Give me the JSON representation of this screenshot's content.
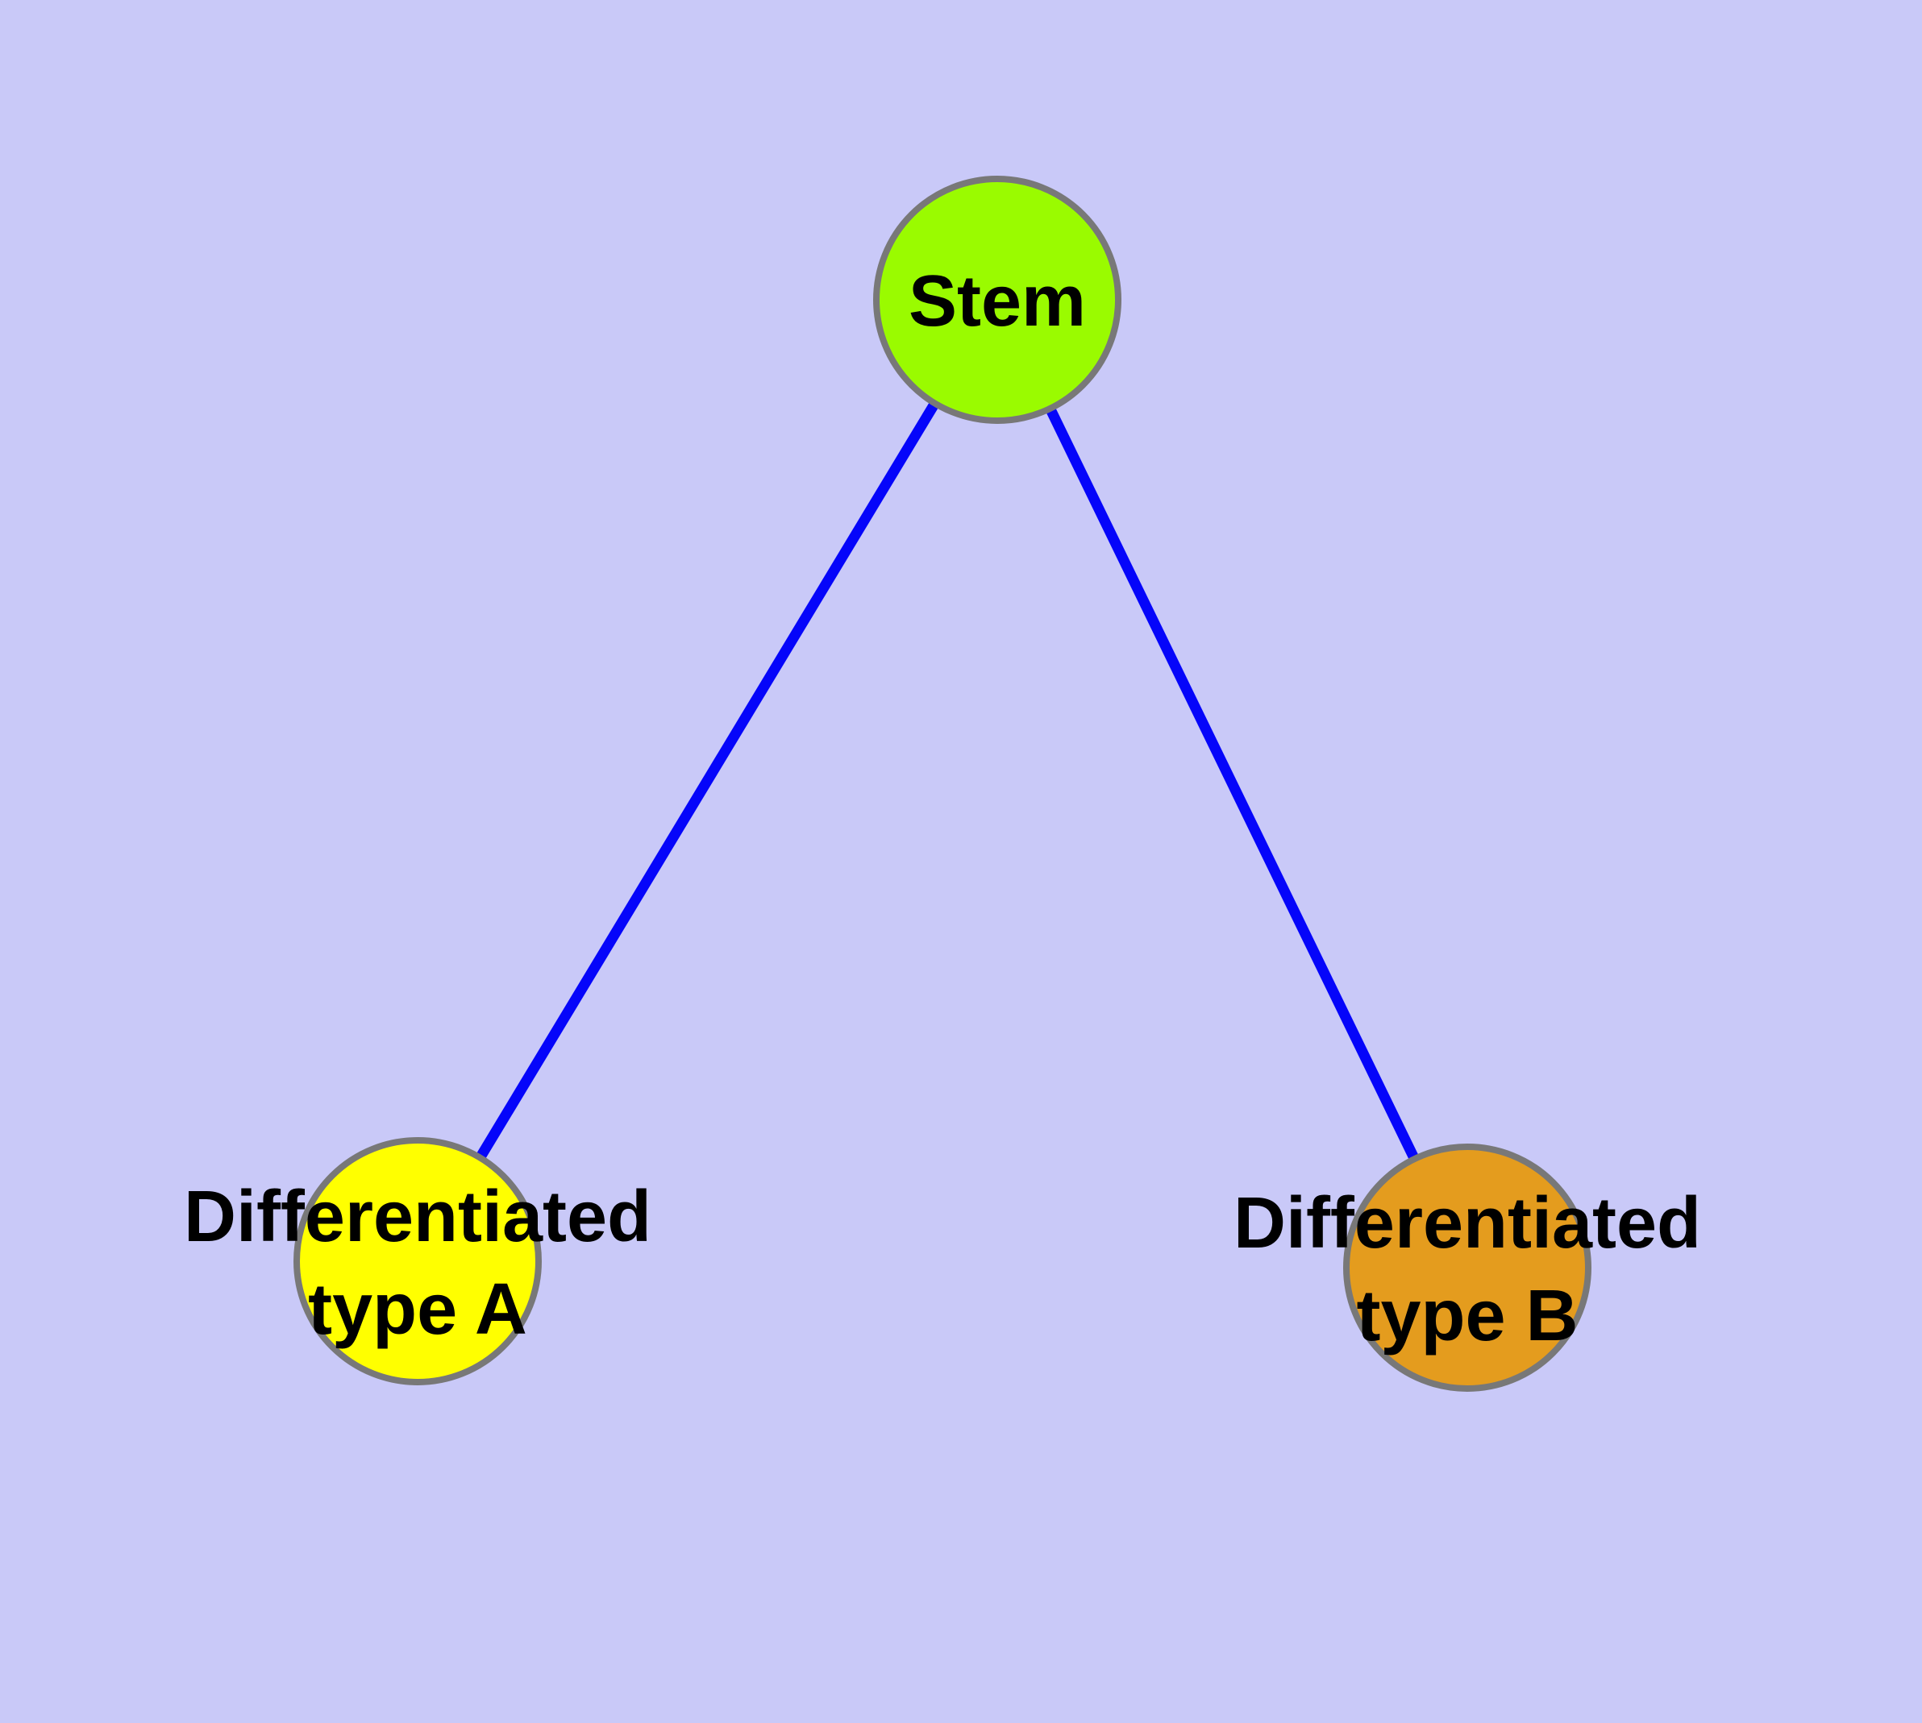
{
  "diagram": {
    "type": "graph",
    "description": "Stem cell differentiation tree: one stem node branching into two differentiated cell types",
    "background_color": "#C9C9F8",
    "edge_color": "#0505FA",
    "node_border_color": "#787878",
    "label_color": "#000000",
    "nodes": {
      "stem": {
        "label": "Stem",
        "color": "#9AFB00"
      },
      "type_a": {
        "label_line1": "Differentiated",
        "label_line2": "type A",
        "color": "#FFFF00"
      },
      "type_b": {
        "label_line1": "Differentiated",
        "label_line2": "type B",
        "color": "#E49C1E"
      }
    },
    "edges": [
      {
        "from": "Stem",
        "to": "Differentiated type A"
      },
      {
        "from": "Stem",
        "to": "Differentiated type B"
      }
    ]
  }
}
